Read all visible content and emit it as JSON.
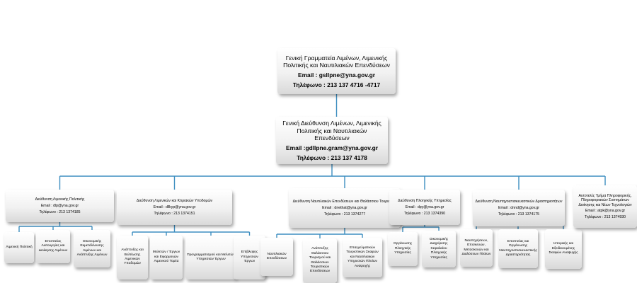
{
  "chart": {
    "top": {
      "name": "Γενική Γραμματεία Λιμένων, Λιμενικής Πολιτικής και Ναυτιλιακών Επενδύσεων",
      "email": "Email : gsllpne@yna.gov.gr",
      "phone": "Τηλέφωνο : 213 137 4716 -4717"
    },
    "general_directorate": {
      "name": "Γενική Διεύθυνση Λιμένων, Λιμενικής Πολιτικής και Ναυτιλιακών Επενδύσεων",
      "email": "Email :gdllpne.gram@yna.gov.gr",
      "phone": "Τηλέφωνο : 213 137 4178"
    },
    "directorates": [
      {
        "name": "Διεύθυνση Λιμενικής Πολιτικής",
        "email": "Email : dlp@yna.gov.gr",
        "phone": "Τηλέφωνο : 213 1374185",
        "departments": [
          "Λιμενική Πολιτική",
          "Εποπτείας Λειτουργίας και Διοίκησης Λιμένων",
          "Οικονομικής Εκμετάλλευσης Λιμένων και Ανάπτυξης Λιμένων"
        ]
      },
      {
        "name": "Διεύθυνση Λιμενικών και Κτιριακών Υποδομών",
        "email": "Email : dllkyp@yna.gov.gr",
        "phone": "Τηλέφωνο : 213 1374151",
        "departments": [
          "Ανάπτυξης και Βελτίωσης Λιμενικών Υποδομών",
          "Μελετών / Έργων και Εφαρμογών Λιμενικού Τομέα",
          "Προγραμματισμού και Μελετών Υπηρεσιών Έργων",
          "Επίβλεψης Υπηρεσιών Έργων"
        ]
      },
      {
        "name": "Διεύθυνση Ναυτιλιακών Επενδύσεων και Θαλάσσιου Τουρισμού",
        "email": "Email : dnethat@yna.gov.gr",
        "phone": "Τηλέφωνο : 213 1374277",
        "departments": [
          "Ναυτιλιακών Επενδύσεων",
          "Ανάπτυξης Θαλάσσιου Τουρισμού και Θαλάσσιων Τουριστικών Επενδύσεων",
          "Επαγγελματικών Τουριστικών Σκαφών και Ναυτιλιακών Υπηρεσιών Πλοίων Αναψυχής"
        ]
      },
      {
        "name": "Διεύθυνση Πλοηγικής Υπηρεσίας",
        "email": "Email : dpy@yna.gov.gr",
        "phone": "Τηλέφωνο : 213 1374390",
        "departments": [
          "Οργάνωσης Πλοηγικής Υπηρεσίας",
          "Οικονομικής Διαχείρισης Κεφαλαίου Πλοηγικής Υπηρεσίας"
        ]
      },
      {
        "name": "Διεύθυνση Ναυπηγοεπισκευαστικών Δραστηριοτήτων",
        "email": "Email : dnnd@yna.gov.gr",
        "phone": "Τηλέφωνο : 213 1374175",
        "departments": [
          "Ναυπηγήσεων, Επισκευών, Μετασκευών και Διαλύσεων Πλοίων",
          "Εποπτείας και Οργάνωσης Ναυπηγοεπισκευαστικής Δραστηριότητας",
          "Ιστορικής και Εξειδικευμένης Σκαφών Αναψυχής"
        ]
      },
      {
        "name": "Αυτοτελές Τμήμα Πληροφορικής, Πληροφοριακών Συστημάτων Διοίκησης και Νέων Τεχνολογιών",
        "email": "Email : atpk@yna.gov.gr",
        "phone": "Τηλέφωνο : 213 1374930",
        "departments": []
      }
    ]
  }
}
